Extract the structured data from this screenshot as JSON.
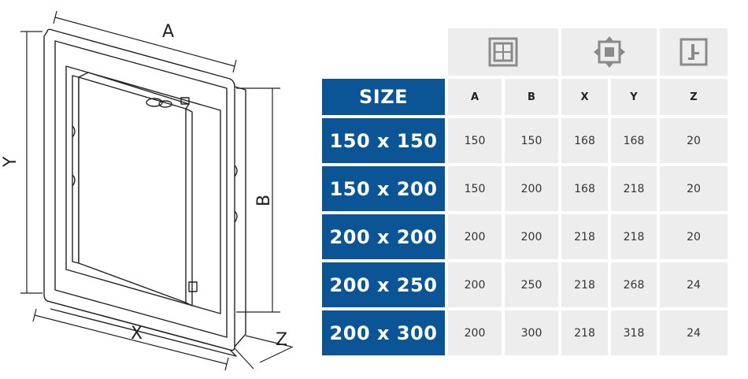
{
  "drawing": {
    "labels": {
      "A": "A",
      "B": "B",
      "X": "X",
      "Y": "Y",
      "Z": "Z"
    }
  },
  "table": {
    "size_header": "SIZE",
    "columns": [
      "A",
      "B",
      "X",
      "Y",
      "Z"
    ],
    "icons": [
      "frame-square-icon",
      "frame-expand-icon",
      "frame-side-depth-icon"
    ],
    "rows": [
      {
        "size": "150 x 150",
        "values": [
          "150",
          "150",
          "168",
          "168",
          "20"
        ]
      },
      {
        "size": "150 x 200",
        "values": [
          "150",
          "200",
          "168",
          "218",
          "20"
        ]
      },
      {
        "size": "200 x 200",
        "values": [
          "200",
          "200",
          "218",
          "218",
          "20"
        ]
      },
      {
        "size": "200 x 250",
        "values": [
          "200",
          "250",
          "218",
          "268",
          "24"
        ]
      },
      {
        "size": "200 x 300",
        "values": [
          "200",
          "300",
          "218",
          "318",
          "24"
        ]
      }
    ]
  },
  "colors": {
    "accent_blue": "#0b5597",
    "cell_gray": "#ededed",
    "icon_gray": "#8a8a8a"
  }
}
